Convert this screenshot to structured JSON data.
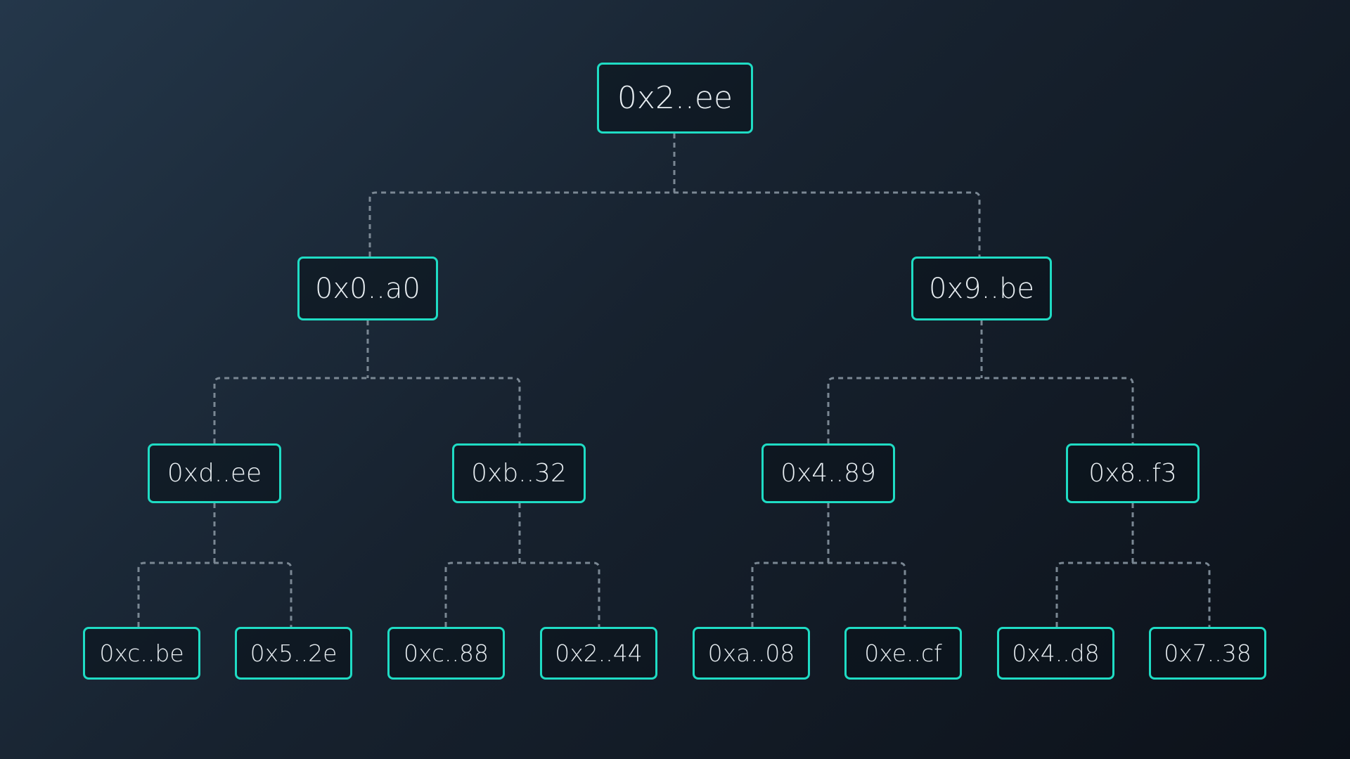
{
  "colors": {
    "node_border": "#1fdcc4",
    "node_text": "#e8eef2",
    "connector": "#7b8894",
    "background_start": "#24374a",
    "background_end": "#0c1119"
  },
  "tree": {
    "root": "0x2..ee",
    "level1": [
      "0x0..a0",
      "0x9..be"
    ],
    "level2": [
      "0xd..ee",
      "0xb..32",
      "0x4..89",
      "0x8..f3"
    ],
    "level3": [
      "0xc..be",
      "0x5..2e",
      "0xc..88",
      "0x2..44",
      "0xa..08",
      "0xe..cf",
      "0x4..d8",
      "0x7..38"
    ]
  }
}
